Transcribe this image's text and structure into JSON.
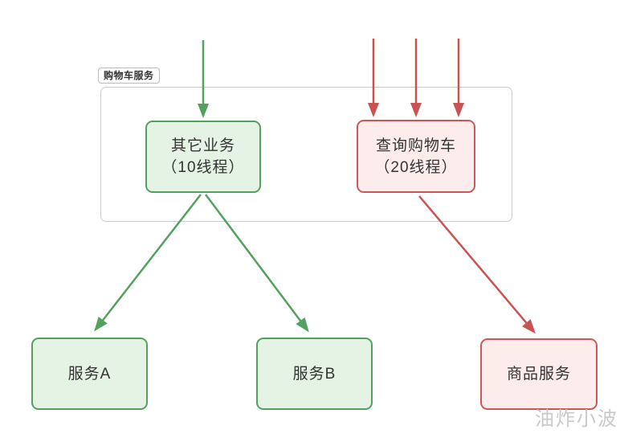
{
  "diagram": {
    "group_label": "购物车服务",
    "nodes": [
      {
        "id": "other-business",
        "lines": [
          "其它业务",
          "（10线程）"
        ],
        "variant": "green"
      },
      {
        "id": "query-cart",
        "lines": [
          "查询购物车",
          "（20线程）"
        ],
        "variant": "red"
      },
      {
        "id": "service-a",
        "lines": [
          "服务A"
        ],
        "variant": "green"
      },
      {
        "id": "service-b",
        "lines": [
          "服务B"
        ],
        "variant": "green"
      },
      {
        "id": "product-service",
        "lines": [
          "商品服务"
        ],
        "variant": "red"
      }
    ],
    "arrows": [
      {
        "id": "incoming-other-business",
        "color": "green",
        "count": 1
      },
      {
        "id": "incoming-query-cart",
        "color": "red",
        "count": 3
      },
      {
        "id": "other-business-to-service-a",
        "color": "green"
      },
      {
        "id": "other-business-to-service-b",
        "color": "green"
      },
      {
        "id": "query-cart-to-product-service",
        "color": "red"
      }
    ],
    "watermark": "油炸小波"
  },
  "colors": {
    "green_border": "#53a15e",
    "green_fill": "#e4f3e4",
    "red_border": "#cd5757",
    "red_fill": "#fdecec",
    "arrow_green": "#53a15e",
    "arrow_red": "#cb5252",
    "container_border": "#cbcbcb",
    "text": "#333333",
    "watermark_color": "#c9c9c9",
    "bg": "#ffffff"
  }
}
